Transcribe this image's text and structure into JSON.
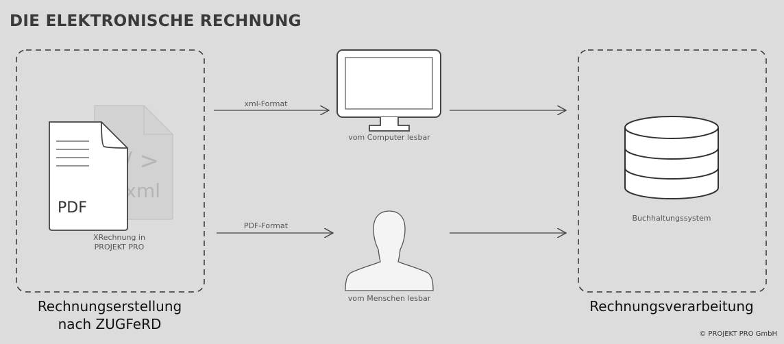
{
  "header": {
    "title": "DIE ELEKTRONISCHE RECHNUNG"
  },
  "left": {
    "doc_back_code": "/ >",
    "doc_back_ext": "xml",
    "doc_front_label": "PDF",
    "caption_line1": "XRechnung in",
    "caption_line2": "PROJEKT PRO",
    "section_line1": "Rechnungserstellung",
    "section_line2": "nach ZUGFeRD"
  },
  "middle": {
    "arrow_top_label": "xml-Format",
    "arrow_bottom_label": "PDF-Format",
    "computer_caption": "vom Computer lesbar",
    "person_caption": "vom Menschen lesbar"
  },
  "right": {
    "database_caption": "Buchhaltungssystem",
    "section_label": "Rechnungsverarbeitung"
  },
  "footer": {
    "copyright": "© PROJEKT PRO GmbH"
  },
  "colors": {
    "background": "#dcdcdc",
    "stroke": "#444444",
    "fill_white": "#ffffff",
    "ghost": "#c9c9c9",
    "person": "#f2f2f2"
  }
}
